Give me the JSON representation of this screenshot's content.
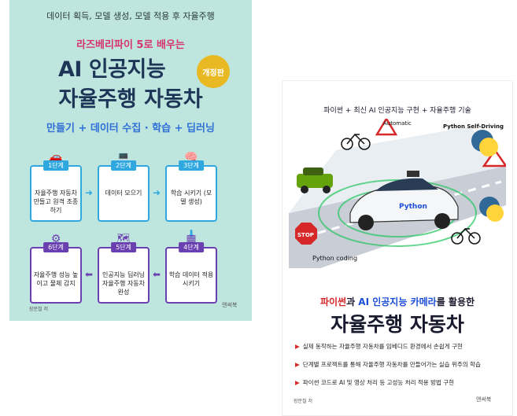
{
  "book1": {
    "top_line": "데이터 획득, 모델 생성, 모델 적용 후 자율주행",
    "subtitle": "라즈베리파이 5로 배우는",
    "title_line1": "AI 인공지능",
    "title_line2": "자율주행 자동차",
    "badge": "개정판",
    "tagline": "만들기 + 데이터 수집 · 학습 + 딥러닝",
    "steps": [
      {
        "label": "1단계",
        "text": "자율주행 자동차 만들고 원격 조종하기"
      },
      {
        "label": "2단계",
        "text": "데이터 모으기"
      },
      {
        "label": "3단계",
        "text": "학습 시키기 (모델 생성)"
      },
      {
        "label": "4단계",
        "text": "학습 데이터 적용시키기"
      },
      {
        "label": "5단계",
        "text": "인공지능 딥러닝 자율주행 자동차 완성"
      },
      {
        "label": "6단계",
        "text": "자율주행 성능 높이고 물체 감지"
      }
    ],
    "author": "장문철 저",
    "publisher": "앤써북"
  },
  "book2": {
    "top_line": "파이썬 + 최신 AI 인공지능 구현 + 자율주행 기술",
    "scene_labels": {
      "automatic": "Automatic",
      "python_car": "Python Self-Driving Car",
      "car_text": "Python",
      "stop": "STOP",
      "python_coding": "Python coding"
    },
    "subtitle_a": "파이썬",
    "subtitle_b": "과 ",
    "subtitle_c": "AI 인공지능 카메라",
    "subtitle_d": "를 활용한",
    "title": "자율주행 자동차",
    "bullets": [
      "실제 동작하는 자율주행 자동차를 임베디드 환경에서 손쉽게 구현",
      "단계별 프로젝트를 통해 자율주행 자동차를 만들어가는 실습 위주의 학습",
      "파이썬 코드로 AI 및 영상 처리 등 고성능 처리 적용 방법 구현"
    ],
    "author": "장문철 저",
    "publisher": "앤써북"
  }
}
